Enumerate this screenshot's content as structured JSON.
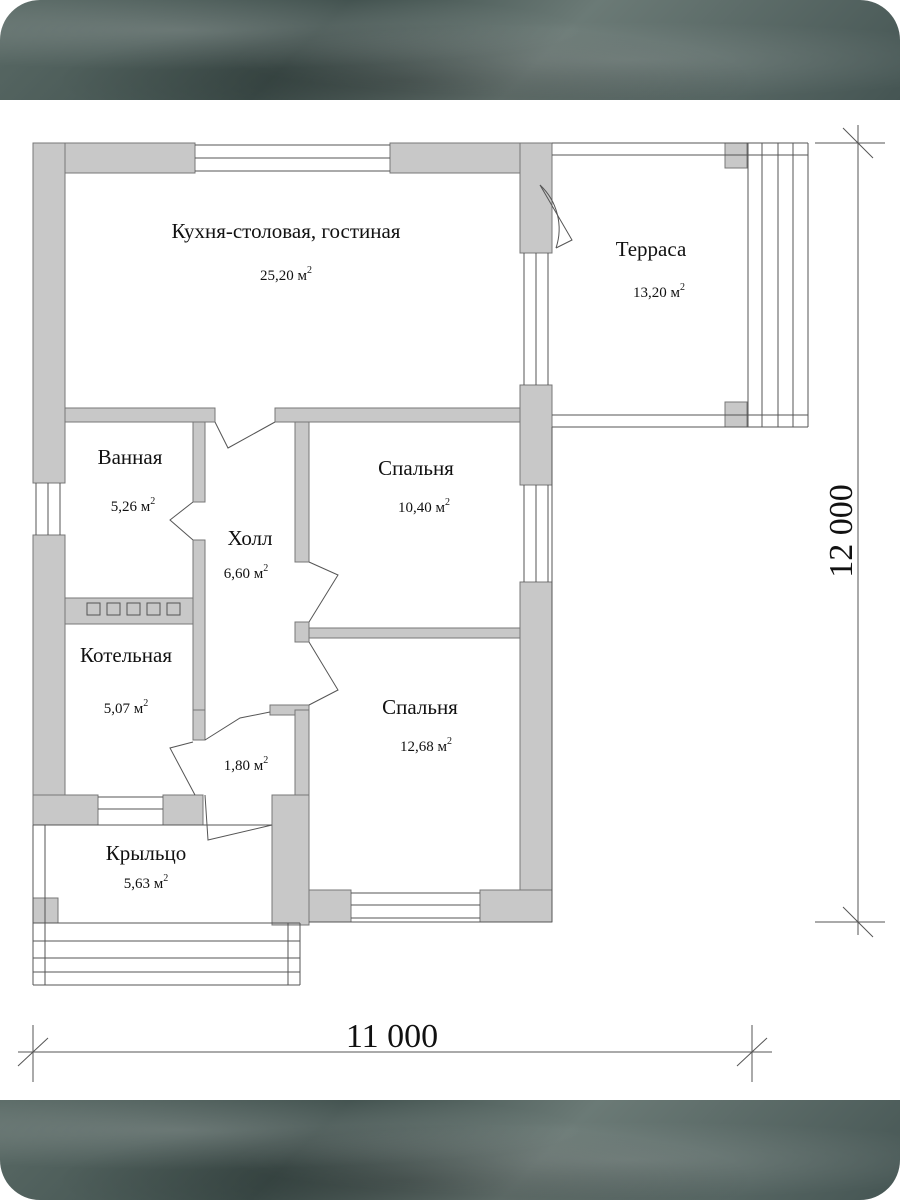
{
  "rooms": [
    {
      "id": "kitchen",
      "name": "Кухня-столовая, гостиная",
      "area": "25,20 м",
      "sup": "2"
    },
    {
      "id": "terrace",
      "name": "Терраса",
      "area": "13,20 м",
      "sup": "2"
    },
    {
      "id": "bathroom",
      "name": "Ванная",
      "area": "5,26 м",
      "sup": "2"
    },
    {
      "id": "hall",
      "name": "Холл",
      "area": "6,60 м",
      "sup": "2"
    },
    {
      "id": "bedroom1",
      "name": "Спальня",
      "area": "10,40 м",
      "sup": "2"
    },
    {
      "id": "boiler",
      "name": "Котельная",
      "area": "5,07 м",
      "sup": "2"
    },
    {
      "id": "bedroom2",
      "name": "Спальня",
      "area": "12,68 м",
      "sup": "2"
    },
    {
      "id": "vestibule",
      "name": "",
      "area": "1,80 м",
      "sup": "2"
    },
    {
      "id": "porch",
      "name": "Крыльцо",
      "area": "5,63 м",
      "sup": "2"
    }
  ],
  "dimensions": {
    "width": "11 000",
    "height": "12 000"
  },
  "colors": {
    "wall": "#c8c8c8",
    "line": "#555555"
  }
}
